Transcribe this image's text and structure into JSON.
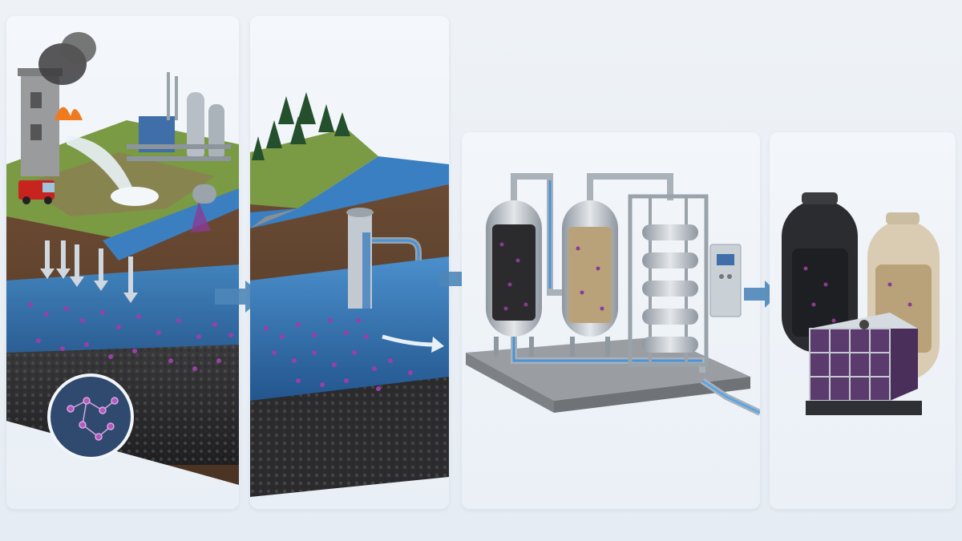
{
  "stages": [
    {
      "id": "source",
      "icon": "contamination-source-icon"
    },
    {
      "id": "migration",
      "icon": "groundwater-extraction-icon"
    },
    {
      "id": "treatment",
      "icon": "treatment-system-icon"
    },
    {
      "id": "disposal",
      "icon": "waste-containers-icon"
    }
  ],
  "colors": {
    "water": "#2f6fae",
    "contaminant": "#8a3b93",
    "arrow": "#4e86b8",
    "grass": "#6f8f3a",
    "steel": "#b8c0c8",
    "carbon": "#2b2b2e",
    "resin": "#b9a27a"
  }
}
